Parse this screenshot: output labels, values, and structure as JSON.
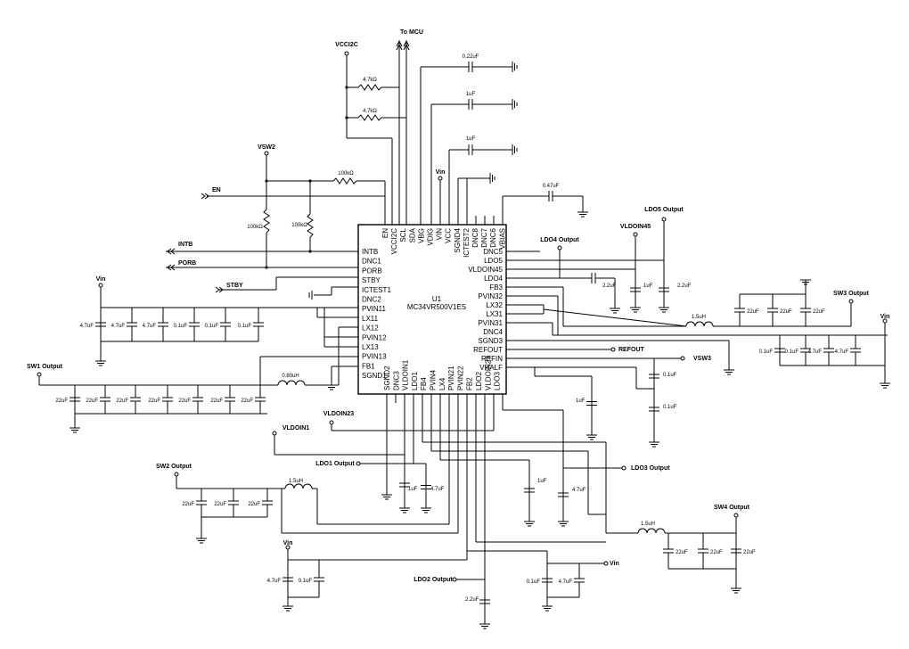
{
  "chip": {
    "designator": "U1",
    "part_number": "MC34VR500V1ES",
    "left_pins": [
      "INTB",
      "DNC1",
      "PORB",
      "STBY",
      "ICTEST1",
      "DNC2",
      "PVIN11",
      "LX11",
      "LX12",
      "PVIN12",
      "LX13",
      "PVIN13",
      "FB1",
      "SGND1"
    ],
    "right_pins": [
      "DNC5",
      "LDO5",
      "VLDOIN45",
      "LDO4",
      "FB3",
      "PVIN32",
      "LX32",
      "LX31",
      "PVIN31",
      "DNC4",
      "SGND3",
      "REFOUT",
      "REFIN",
      "VHALF"
    ],
    "top_pins": [
      "EN",
      "VCCI2C",
      "SCL",
      "SDA",
      "VBG",
      "VDIG",
      "VIN",
      "VCC",
      "SGND4",
      "ICTEST2",
      "DNC8",
      "DNC7",
      "DNC6",
      "VBIAS"
    ],
    "bottom_pins": [
      "SGND2",
      "DNC3",
      "VLDOIN1",
      "LDO1",
      "FB4",
      "PVIN4",
      "LX4",
      "PVIN21",
      "PVIN22",
      "FB2",
      "LDO2",
      "VLDOIN23",
      "LDO3"
    ]
  },
  "nets": {
    "vcci2c": "VCCI2C",
    "to_mcu": "To  MCU",
    "vsw2": "VSW2",
    "en": "EN",
    "intb": "INTB",
    "porb": "PORB",
    "stby": "STBY",
    "vin": "Vin",
    "sw1_output": "SW1 Output",
    "sw2_output": "SW2 Output",
    "sw3_output": "SW3 Output",
    "sw4_output": "SW4 Output",
    "ldo1_output": "LDO1 Output",
    "ldo2_output": "LDO2 Output",
    "ldo3_output": "LDO3 Output",
    "ldo4_output": "LDO4 Output",
    "ldo5_output": "LDO5 Output",
    "vldoin1": "VLDOIN1",
    "vldoin23": "VLDOIN23",
    "vldoin45": "VLDOIN45",
    "refout": "REFOUT",
    "vsw3": "VSW3"
  },
  "components": {
    "resistors": [
      "4.7kΩ",
      "4.7kΩ",
      "100kΩ",
      "100kΩ",
      "100kΩ"
    ],
    "inductors": [
      "0.80uH",
      "1.5uH",
      "1.5uH",
      "1.5uH"
    ],
    "caps_top": [
      "0.22uF",
      "1uF",
      "1uF",
      "0.47uF"
    ],
    "caps_pvin1": [
      "4.7uF",
      "4.7uF",
      "4.7uF",
      "0.1uF",
      "0.1uF",
      "0.1uF"
    ],
    "caps_sw1": [
      "22uF",
      "22uF",
      "22uF",
      "22uF",
      "22uF",
      "22uF",
      "22uF"
    ],
    "caps_sw2": [
      "22uF",
      "22uF",
      "22uF"
    ],
    "caps_sw3": [
      "22uF",
      "22uF",
      "22uF"
    ],
    "caps_sw4": [
      "22uF",
      "22uF",
      "22uF"
    ],
    "caps_pvin3": [
      "0.1uF",
      "0.1uF",
      "4.7uF",
      "4.7uF"
    ],
    "caps_ldo45": [
      "2.2uF",
      "1uF",
      "2.2uF"
    ],
    "caps_ref": [
      "0.1uF",
      "0.1uF",
      "1uF"
    ],
    "caps_ldo13": [
      "1uF",
      "4.7uF",
      "1uF",
      "4.7uF"
    ],
    "caps_pvin2": [
      "4.7uF",
      "0.1uF"
    ],
    "caps_pvin4": [
      "0.1uF",
      "4.7uF"
    ],
    "cap_ldo2": "2.2uF"
  }
}
